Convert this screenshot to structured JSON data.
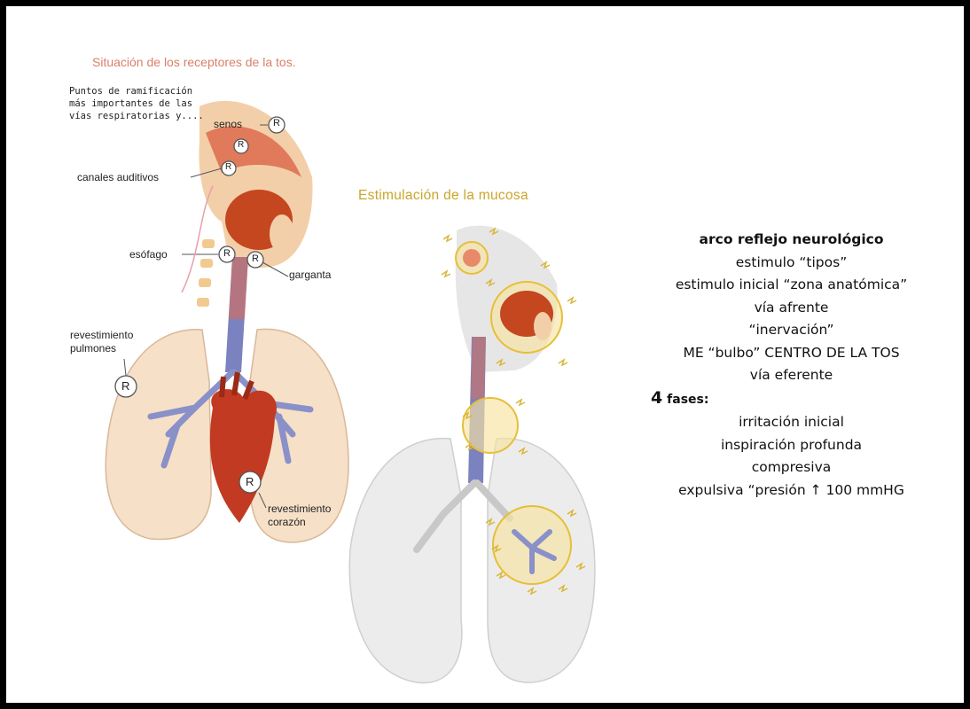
{
  "left_diagram": {
    "title": "Situación de los receptores de la tos.",
    "note_lines": [
      "Puntos de ramificación",
      "más importantes de las",
      "vías respiratorias y...."
    ],
    "labels": {
      "senos": "senos",
      "canales": "canales auditivos",
      "esofago": "esófago",
      "garganta": "garganta",
      "pulmones_1": "revestimiento",
      "pulmones_2": "pulmones",
      "corazon_1": "revestimiento",
      "corazon_2": "corazón"
    },
    "receptor_symbol": "R"
  },
  "middle_diagram": {
    "title": "Estimulación de la mucosa"
  },
  "text_panel": {
    "heading": "arco reflejo neurológico",
    "lines": [
      "estimulo “tipos”",
      "estimulo inicial “zona anatómica”",
      "vía afrente",
      "“inervación”",
      "ME “bulbo” CENTRO DE LA TOS",
      "vía eferente"
    ],
    "fases_number": "4",
    "fases_label": "fases:",
    "fases": [
      "irritación inicial",
      "inspiración profunda",
      "compresiva",
      "expulsiva “presión ↑ 100 mmHG"
    ]
  },
  "colors": {
    "title_left": "#d9806a",
    "title_mid": "#c9a52a",
    "lung": "#f5dcc2",
    "trachea": "#7a82c0",
    "heart": "#c23a22",
    "halo": "#f2d070"
  }
}
